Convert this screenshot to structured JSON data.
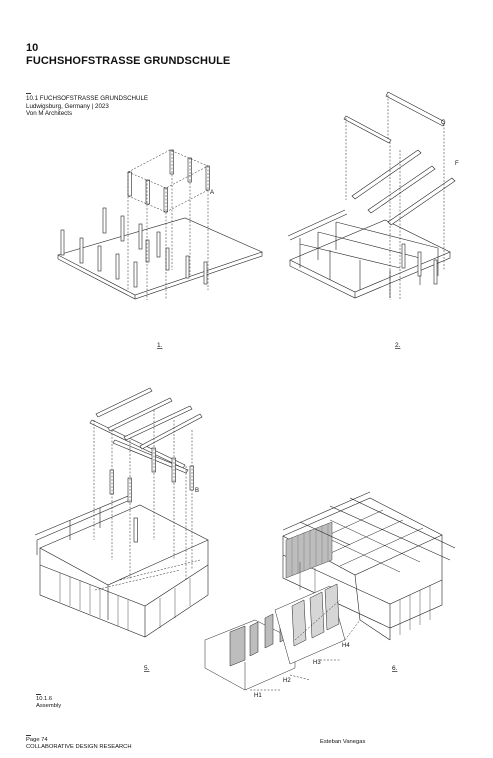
{
  "chapter": {
    "number": "10",
    "title": "FUCHSHOFSTRASSE GRUNDSCHULE"
  },
  "project": {
    "code_title": "10.1 FUCHSOFSTRASSE GRUNDSCHULE",
    "location": "Ludwigsburg, Germany | 2023",
    "architect": "Von M Architects"
  },
  "steps": [
    "1.",
    "2.",
    "5.",
    "6."
  ],
  "annotations": [
    "A",
    "C",
    "F",
    "B",
    "H1",
    "H2",
    "H3",
    "H4"
  ],
  "figure": {
    "number": "10.1.6",
    "caption": "Assembly"
  },
  "footer": {
    "page": "Page 74",
    "section": "COLLABORATIVE DESIGN RESEARCH",
    "author": "Esteban Vanegas"
  }
}
